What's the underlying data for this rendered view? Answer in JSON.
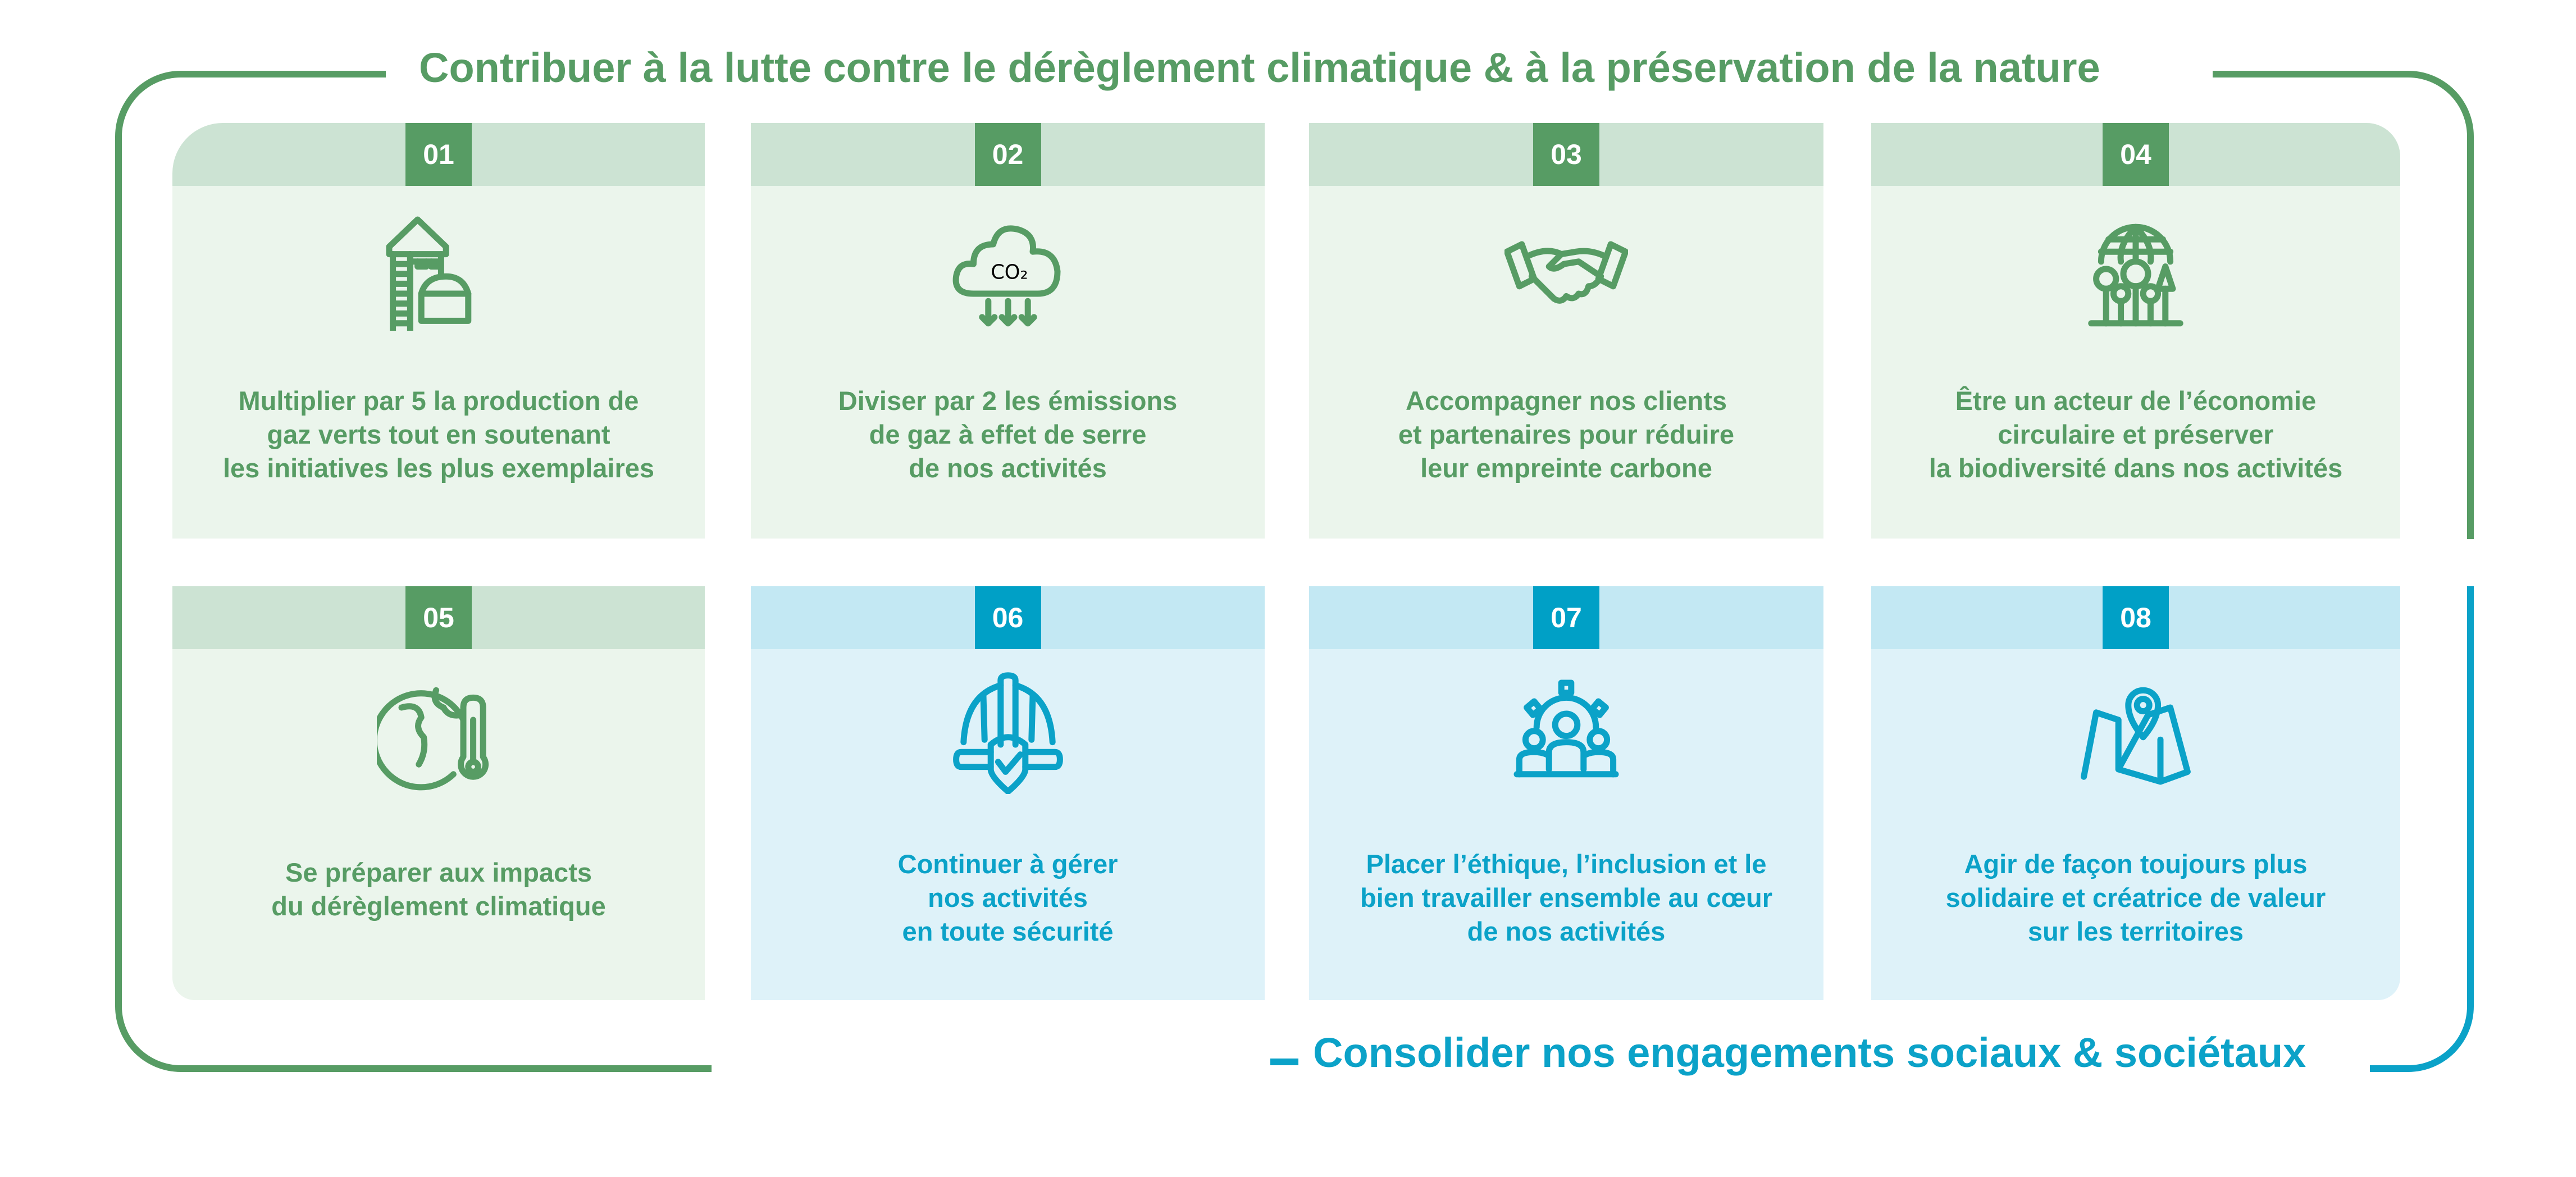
{
  "titles": {
    "environment": "Contribuer à la lutte contre le dérèglement climatique & à la préservation de la nature",
    "social": "Consolider nos engagements sociaux & sociétaux"
  },
  "colors": {
    "green": "#579c64",
    "green_header": "#cce3d3",
    "green_background": "#ebf5ec",
    "blue": "#00a0c6",
    "blue_header": "#c3e8f3",
    "blue_background": "#def2f9"
  },
  "cards": [
    {
      "number": "01",
      "icon": "biogas-plant-icon",
      "theme": "green",
      "lines": [
        "Multiplier par 5 la production de",
        "gaz verts tout en soutenant",
        "les initiatives les plus exemplaires"
      ]
    },
    {
      "number": "02",
      "icon": "co2-cloud-icon",
      "theme": "green",
      "lines": [
        "Diviser par 2 les émissions",
        "de gaz à effet de serre",
        "de nos activités"
      ]
    },
    {
      "number": "03",
      "icon": "handshake-icon",
      "theme": "green",
      "lines": [
        "Accompagner nos clients",
        "et partenaires pour réduire",
        "leur empreinte carbone"
      ]
    },
    {
      "number": "04",
      "icon": "globe-trees-icon",
      "theme": "green",
      "lines": [
        "Être un acteur de l’économie",
        "circulaire et préserver",
        "la biodiversité dans nos activités"
      ]
    },
    {
      "number": "05",
      "icon": "globe-thermometer-icon",
      "theme": "green",
      "lines": [
        "Se préparer aux impacts",
        "du dérèglement climatique"
      ]
    },
    {
      "number": "06",
      "icon": "safety-helmet-shield-icon",
      "theme": "blue",
      "lines": [
        "Continuer à gérer",
        "nos activités",
        "en toute sécurité"
      ]
    },
    {
      "number": "07",
      "icon": "people-gear-icon",
      "theme": "blue",
      "lines": [
        "Placer l’éthique, l’inclusion et le",
        "bien travailler ensemble au cœur",
        "de nos activités"
      ]
    },
    {
      "number": "08",
      "icon": "map-pin-icon",
      "theme": "blue",
      "lines": [
        "Agir de façon toujours plus",
        "solidaire et créatrice de valeur",
        "sur les territoires"
      ]
    }
  ]
}
